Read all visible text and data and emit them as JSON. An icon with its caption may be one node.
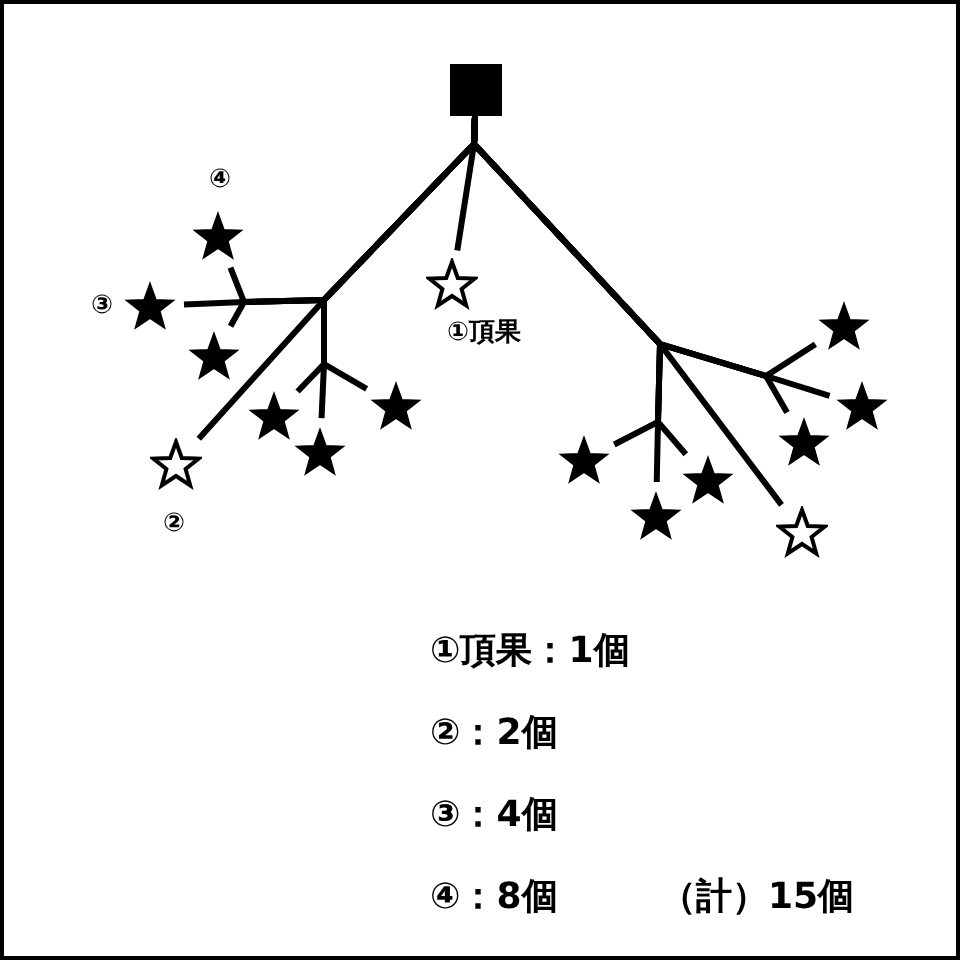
{
  "diagram": {
    "nodes": [
      {
        "text": [],
        "shape": "box"
      },
      {
        "text": [],
        "shape": "star",
        "beside": [
          "③"
        ]
      },
      {
        "text": [],
        "shape": "star",
        "beside": [
          "②"
        ]
      },
      {
        "text": [],
        "shape": "star"
      },
      {
        "text": [],
        "shape": "star",
        "beside": [
          "④"
        ]
      },
      {
        "text": [],
        "shape": "star"
      },
      {
        "text": [],
        "shape": "star"
      },
      {
        "text": [],
        "shape": "star"
      },
      {
        "text": [],
        "shape": "star",
        "beside": [
          "①頂果"
        ]
      },
      {
        "text": [],
        "shape": "star"
      },
      {
        "text": [],
        "shape": "star"
      },
      {
        "text": [],
        "shape": "star"
      },
      {
        "text": [],
        "shape": "star"
      },
      {
        "text": [],
        "shape": "star"
      },
      {
        "text": [],
        "shape": "star"
      },
      {
        "text": [],
        "shape": "star"
      }
    ],
    "edges": [
      {
        "from": 0,
        "to": 1,
        "arrow": "none"
      },
      {
        "from": 0,
        "to": 2,
        "arrow": "none"
      },
      {
        "from": 0,
        "to": 3,
        "arrow": "none"
      },
      {
        "from": 0,
        "to": 4,
        "arrow": "none"
      },
      {
        "from": 0,
        "to": 5,
        "arrow": "none"
      },
      {
        "from": 0,
        "to": 6,
        "arrow": "none"
      },
      {
        "from": 0,
        "to": 7,
        "arrow": "none"
      },
      {
        "from": 0,
        "to": 8,
        "arrow": "none"
      },
      {
        "from": 0,
        "to": 9,
        "arrow": "none"
      },
      {
        "from": 0,
        "to": 10,
        "arrow": "none"
      },
      {
        "from": 0,
        "to": 11,
        "arrow": "none"
      },
      {
        "from": 0,
        "to": 12,
        "arrow": "none"
      },
      {
        "from": 0,
        "to": 13,
        "arrow": "none"
      },
      {
        "from": 0,
        "to": 14,
        "arrow": "none"
      },
      {
        "from": 0,
        "to": 15,
        "arrow": "none"
      }
    ],
    "labels": [
      "①頂果：1個",
      "②：2個",
      "③：4個",
      "④：8個",
      "（計）15個"
    ]
  }
}
